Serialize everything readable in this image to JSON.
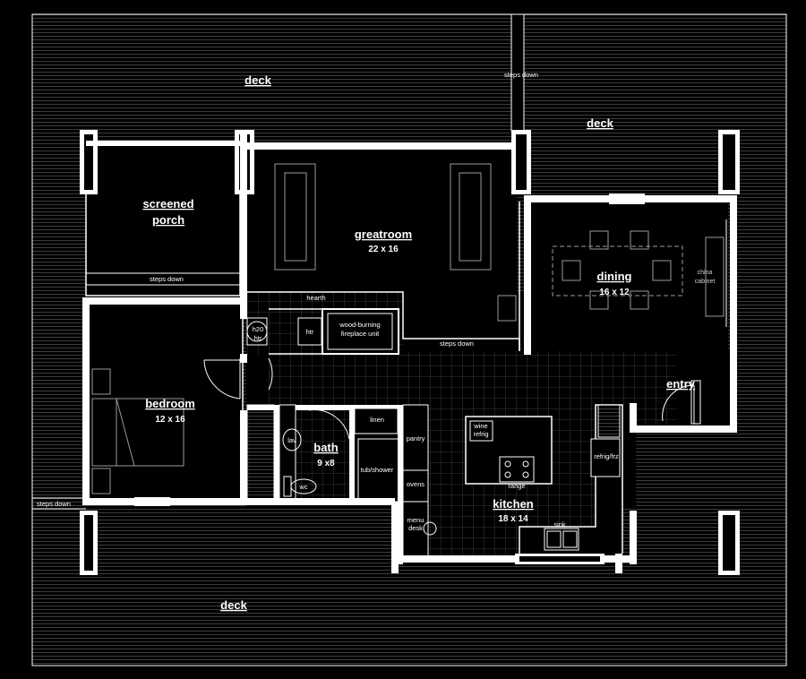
{
  "labels": {
    "deck_top": "deck",
    "deck_right": "deck",
    "deck_bottom": "deck",
    "steps_down_top": "steps down",
    "steps_down_porch": "steps down",
    "steps_down_greatroom": "steps down",
    "steps_down_left": "steps down",
    "screened": "screened",
    "porch": "porch",
    "greatroom": "greatroom",
    "greatroom_dim": "22  x 16",
    "dining": "dining",
    "dining_dim": "16 x 12",
    "china": "china",
    "cabinet": "cabinet",
    "hearth": "hearth",
    "h20": "h20",
    "h20_htr": "htr",
    "htr": "htr",
    "fireplace_1": "wood-burning",
    "fireplace_2": "fireplace unit",
    "entry": "entry",
    "bedroom": "bedroom",
    "bedroom_dim": "12 x 16",
    "bath": "bath",
    "bath_dim": "9 x8",
    "lav": "lav",
    "wc": "wc",
    "linen": "linen",
    "tub_shower": "tub/shower",
    "pantry": "pantry",
    "ovens": "ovens",
    "menu": "menu",
    "desk": "desk",
    "wine": "wine",
    "refrig": "refrig",
    "range": "range",
    "kitchen": "kitchen",
    "kitchen_dim": "18 x 14",
    "sink": "sink",
    "refrig_frz": "refrig/frz"
  },
  "colors": {
    "background": "#000000",
    "wall": "#ffffff",
    "deck_lines": "#3a3a3a",
    "grid": "#3a3a3a",
    "furniture": "#9a9a9a"
  }
}
